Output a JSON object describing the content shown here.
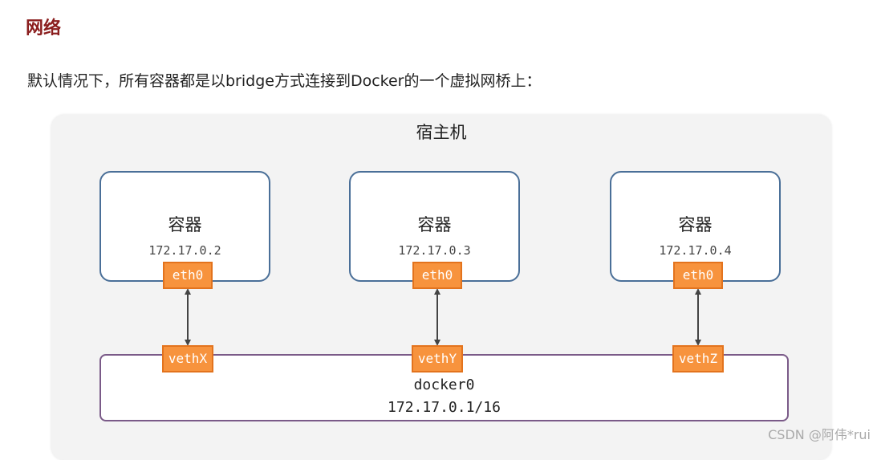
{
  "page": {
    "heading": "网络",
    "intro": "默认情况下，所有容器都是以bridge方式连接到Docker的一个虚拟网桥上："
  },
  "diagram": {
    "host_label": "宿主机",
    "containers": [
      {
        "title": "容器",
        "ip": "172.17.0.2",
        "interface": "eth0",
        "veth": "vethX"
      },
      {
        "title": "容器",
        "ip": "172.17.0.3",
        "interface": "eth0",
        "veth": "vethY"
      },
      {
        "title": "容器",
        "ip": "172.17.0.4",
        "interface": "eth0",
        "veth": "vethZ"
      }
    ],
    "bridge": {
      "name": "docker0",
      "subnet": "172.17.0.1/16"
    }
  },
  "watermark": "CSDN @阿伟*rui",
  "colors": {
    "heading": "#8b1e1e",
    "host_bg": "#f3f3f3",
    "container_border": "#4a6f98",
    "port_fill": "#f7933d",
    "port_border": "#e3731d",
    "bridge_border": "#7a5a88",
    "connector": "#444444"
  }
}
